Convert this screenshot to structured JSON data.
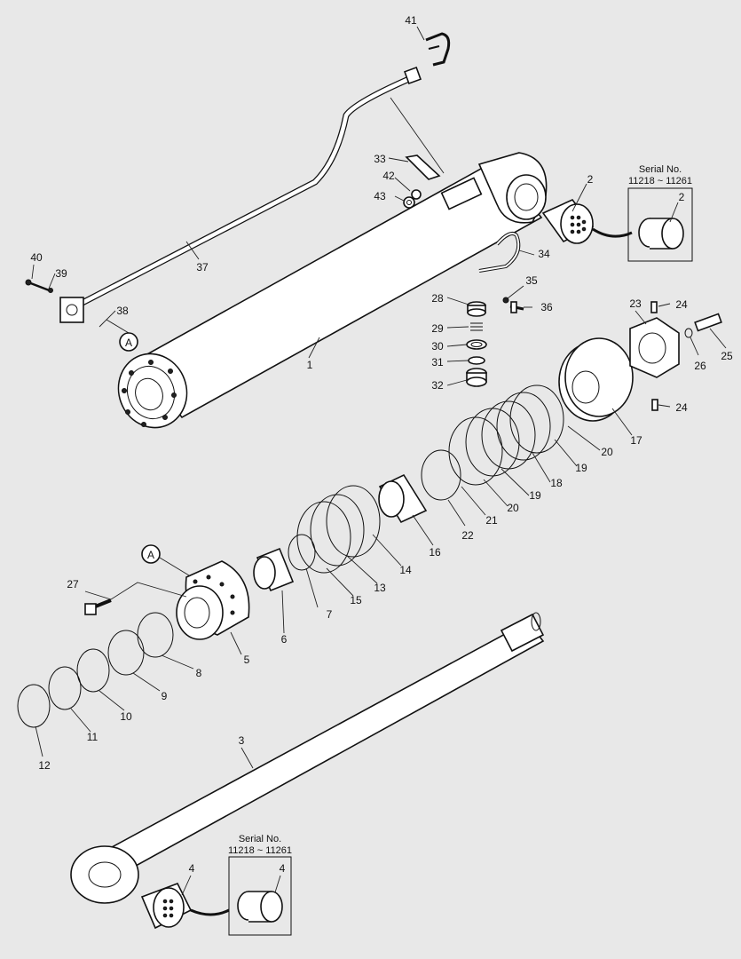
{
  "callouts": [
    "1",
    "2",
    "3",
    "4",
    "5",
    "6",
    "7",
    "8",
    "9",
    "10",
    "11",
    "12",
    "13",
    "14",
    "15",
    "16",
    "17",
    "18",
    "19",
    "20",
    "21",
    "22",
    "23",
    "24",
    "25",
    "26",
    "27",
    "28",
    "29",
    "30",
    "31",
    "32",
    "33",
    "34",
    "35",
    "36",
    "37",
    "38",
    "39",
    "40",
    "41",
    "42",
    "43"
  ],
  "reference_marker": "A",
  "serial_boxes": [
    {
      "title": "Serial No.",
      "range": "11218 ~ 11261",
      "part": "2"
    },
    {
      "title": "Serial No.",
      "range": "11218 ~ 11261",
      "part": "4"
    }
  ],
  "extra_labels": {
    "part_24_second": "24",
    "part_19_second": "19",
    "part_20_second": "20"
  }
}
